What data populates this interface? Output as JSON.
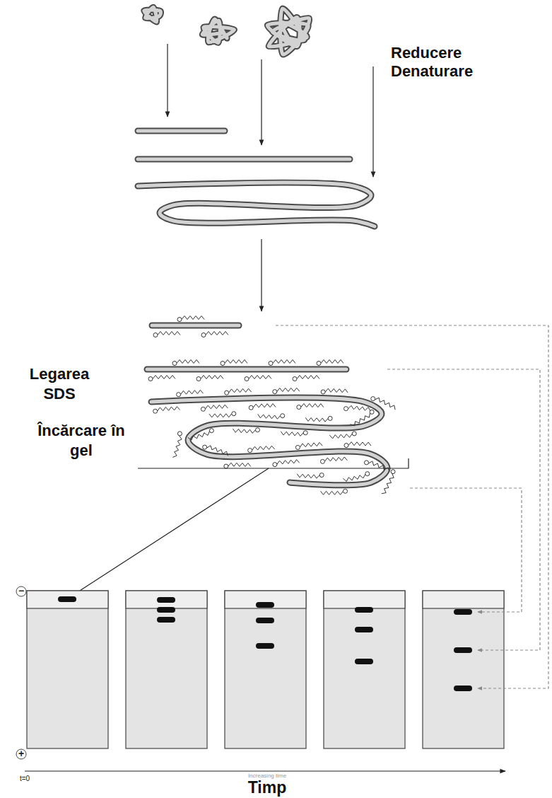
{
  "diagram": {
    "labels": [
      "Reducere Denaturare",
      "Legarea SDS",
      "Încărcare în gel",
      "t=0",
      "Increasing time",
      "Timp",
      "−",
      "+"
    ]
  }
}
